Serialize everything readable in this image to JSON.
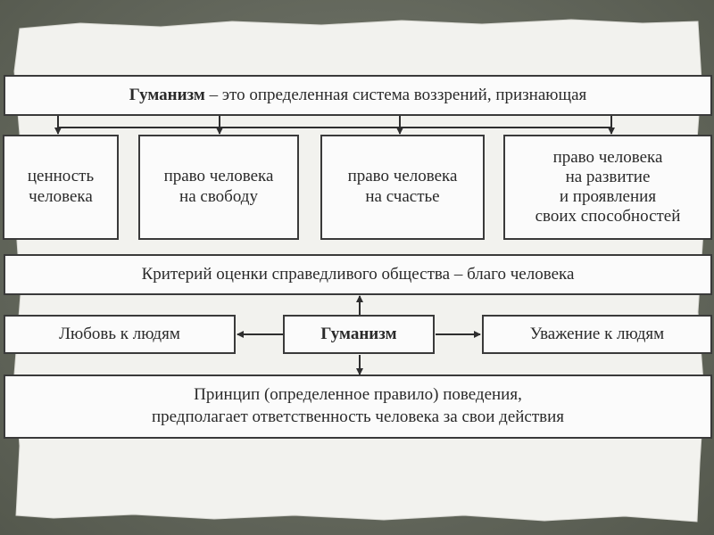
{
  "diagram": {
    "title_term": "Гуманизм",
    "title_rest": " – это определенная система воззрений, признающая",
    "items": [
      "ценность\nчеловека",
      "право человека\nна свободу",
      "право человека\nна счастье",
      "право человека\nна развитие\nи проявления\nсвоих способностей"
    ],
    "criterion": "Критерий оценки справедливого общества –  благо человека",
    "center": "Гуманизм",
    "left": "Любовь к людям",
    "right": "Уважение к людям",
    "principle": "Принцип (определенное правило) поведения,\nпредполагает ответственность человека за свои действия"
  },
  "colors": {
    "background": "#6b6f64",
    "paper": "#f4f4f1",
    "box_border": "#3a3a3a",
    "text": "#2a2a2a"
  }
}
